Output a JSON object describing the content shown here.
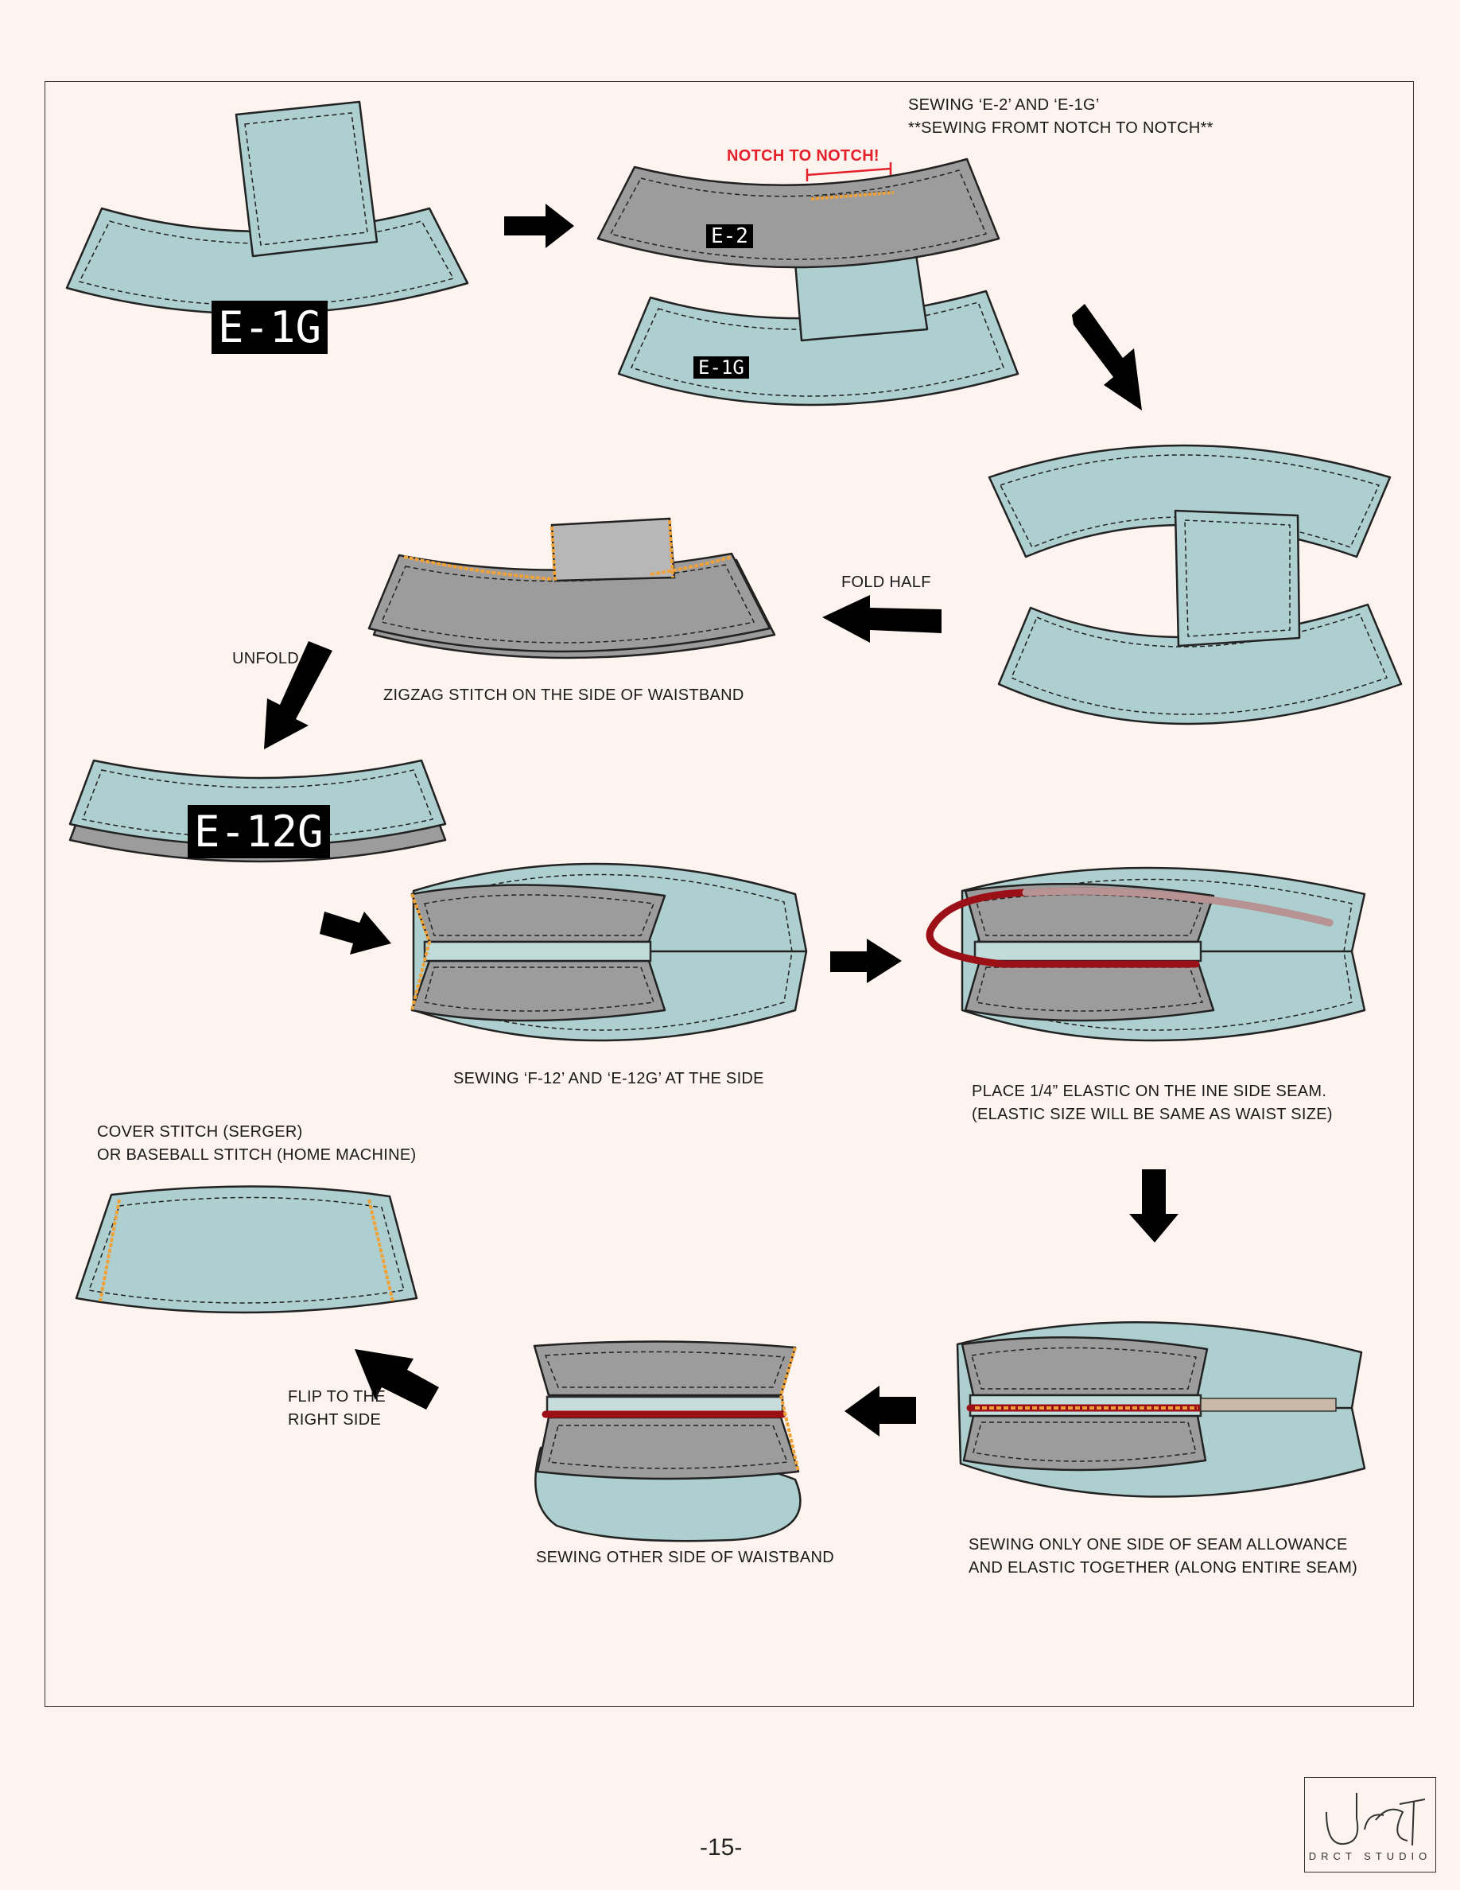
{
  "labels": {
    "step2_title": "SEWING ‘E-2’ AND ‘E-1G’",
    "step2_sub": "**SEWING FROMT NOTCH TO NOTCH**",
    "notch": "NOTCH TO NOTCH!",
    "fold_half": "FOLD HALF",
    "unfold": "UNFOLD",
    "zigzag": "ZIGZAG STITCH ON THE SIDE OF WAISTBAND",
    "sewing_side": "SEWING ‘F-12’ AND ‘E-12G’ AT THE SIDE",
    "elastic_1": "PLACE 1/4” ELASTIC ON THE INE SIDE SEAM.",
    "elastic_2": "(ELASTIC SIZE WILL BE SAME AS WAIST SIZE)",
    "cover_1": "COVER STITCH (SERGER)",
    "cover_2": "OR BASEBALL STITCH (HOME MACHINE)",
    "flip_1": "FLIP TO THE",
    "flip_2": "RIGHT SIDE",
    "other_side": "SEWING OTHER SIDE OF WAISTBAND",
    "one_side_1": "SEWING ONLY ONE SIDE OF SEAM ALLOWANCE",
    "one_side_2": "AND ELASTIC TOGETHER (ALONG ENTIRE SEAM)"
  },
  "tags": {
    "e1g_large": "E-1G",
    "e2": "E-2",
    "e1g_small": "E-1G",
    "e12g": "E-12G"
  },
  "page_number": "-15-",
  "logo": {
    "mark": "drct",
    "sub": "DRCT STUDIO"
  },
  "colors": {
    "teal": "#aecfcf",
    "gray": "#9c9c9c",
    "elastic": "#9b1016",
    "zigzag": "#f0a23a",
    "notch_red": "#e4202b"
  }
}
